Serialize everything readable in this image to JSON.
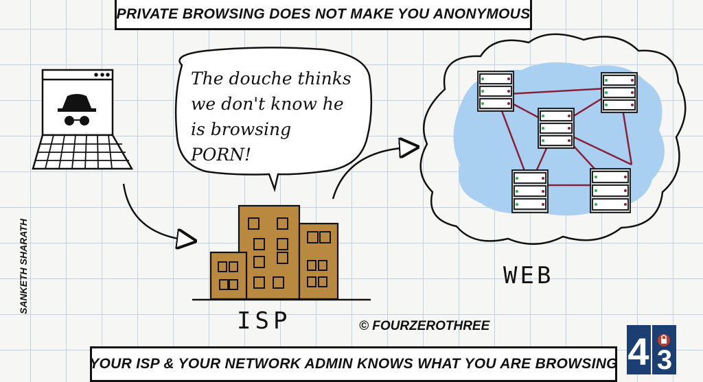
{
  "header": {
    "title": "PRIVATE BROWSING DOES NOT MAKE YOU ANONYMOUS"
  },
  "footer": {
    "caption": "YOUR ISP & YOUR NETWORK ADMIN KNOWS WHAT YOU ARE BROWSING"
  },
  "author": "SANKETH SHARATH",
  "speech_bubble": {
    "text": "The douche thinks\nwe don't know he\nis browsing\nPORN!"
  },
  "labels": {
    "isp": "ISP",
    "web": "WEB",
    "copyright": "© FOURZEROTHREE"
  },
  "logo": {
    "digit_left": "4",
    "digit_right": "3"
  },
  "colors": {
    "building": "#b8893e",
    "web_blob": "#a9d0f0",
    "network_links": "#8a1f3a",
    "grid": "#c9cfd6"
  },
  "icons": [
    "laptop-icon",
    "incognito-icon",
    "building-icon",
    "server-icon",
    "cloud-icon",
    "arrow-icon"
  ]
}
